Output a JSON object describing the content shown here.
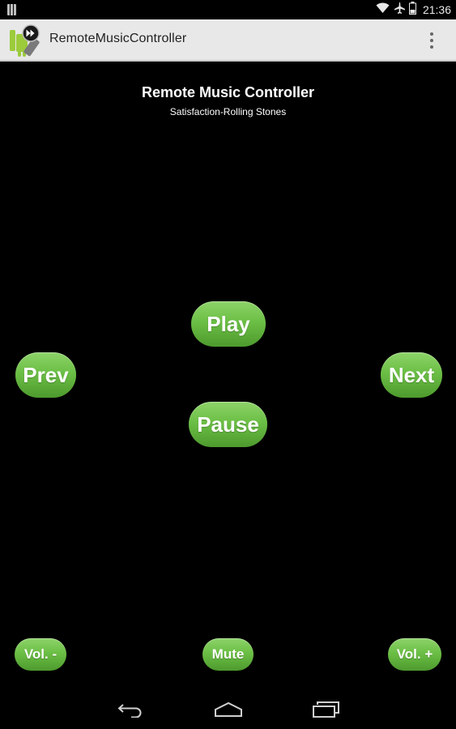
{
  "status_bar": {
    "time": "21:36",
    "icons": [
      "notification-icon",
      "wifi-icon",
      "airplane-mode-icon",
      "battery-icon"
    ]
  },
  "action_bar": {
    "app_name": "RemoteMusicController",
    "icons": [
      "app-launcher-icon",
      "overflow-menu-icon"
    ]
  },
  "main": {
    "title": "Remote Music Controller",
    "now_playing": "Satisfaction-Rolling Stones"
  },
  "controls": {
    "play_label": "Play",
    "prev_label": "Prev",
    "next_label": "Next",
    "pause_label": "Pause",
    "vol_down_label": "Vol. -",
    "mute_label": "Mute",
    "vol_up_label": "Vol. +"
  },
  "nav_bar": {
    "icons": [
      "back-icon",
      "home-icon",
      "recent-apps-icon"
    ]
  },
  "colors": {
    "button_green": "#6bbf45",
    "background": "#000000",
    "action_bar": "#e8e8e8"
  }
}
